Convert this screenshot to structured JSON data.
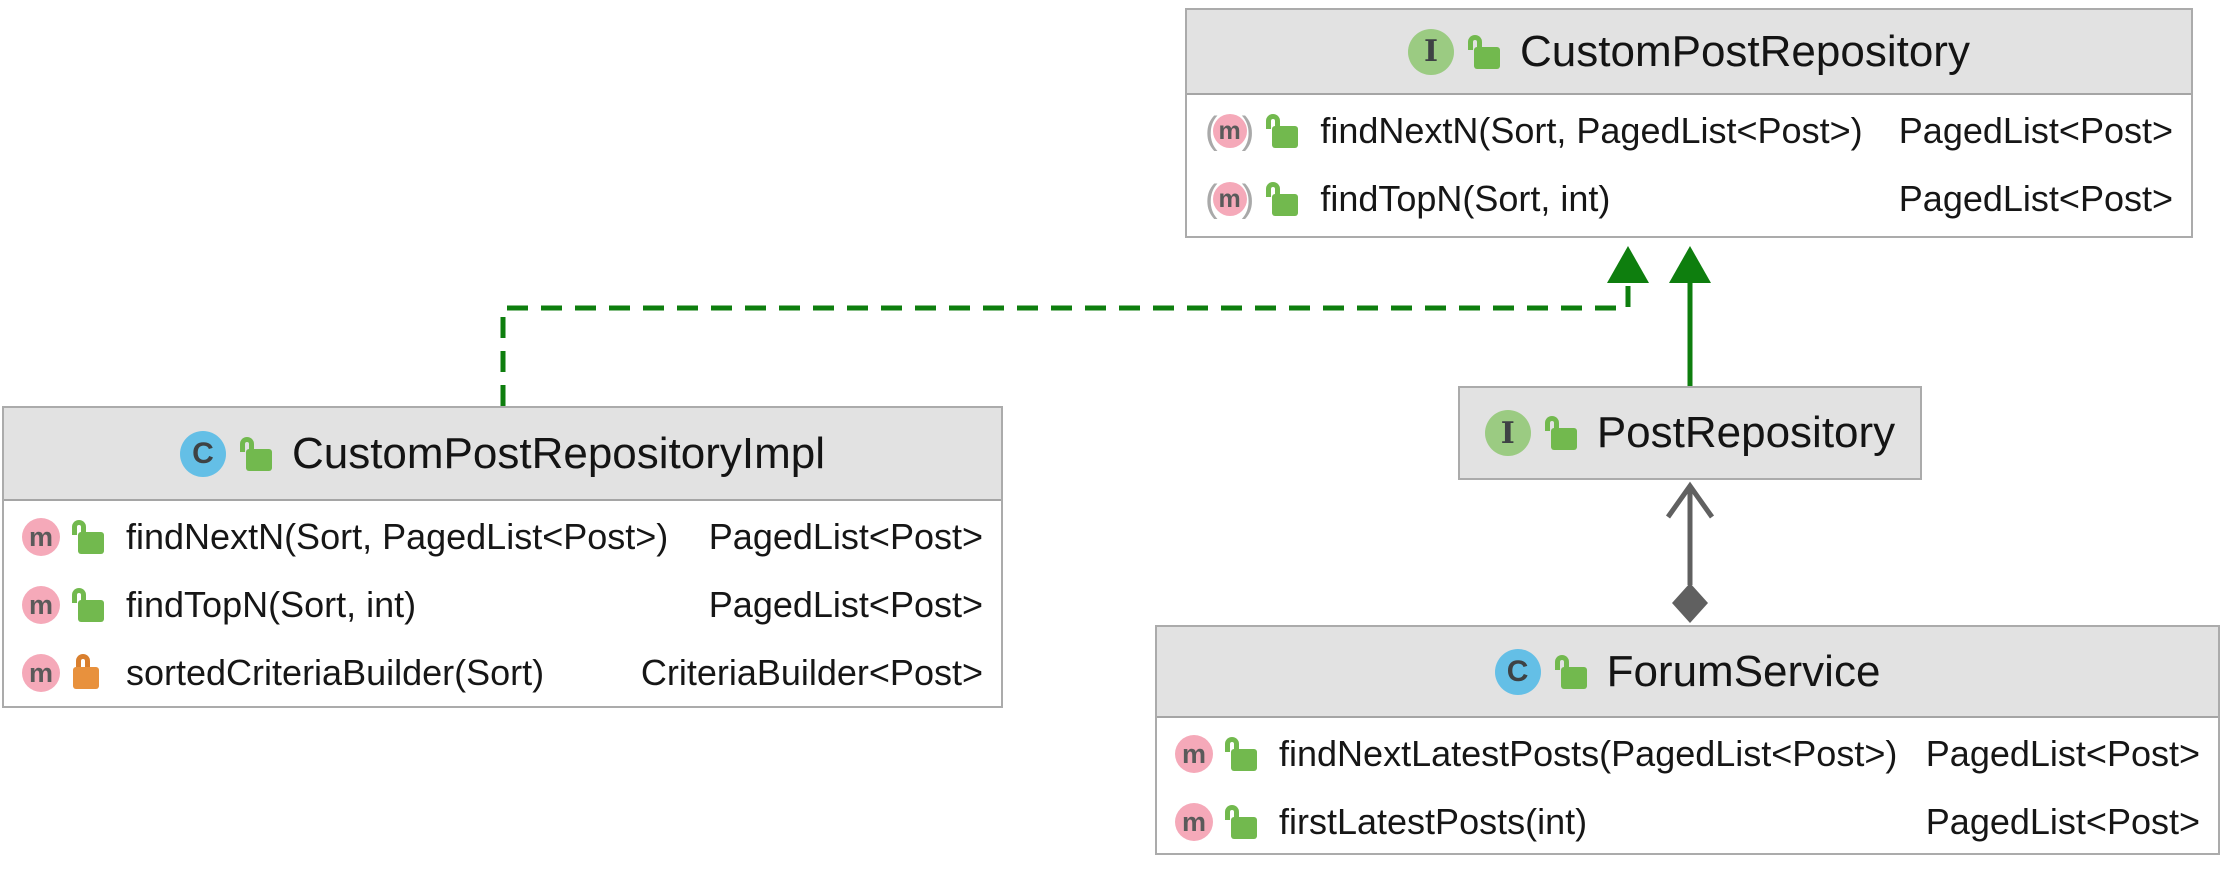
{
  "icons": {
    "interface_letter": "I",
    "class_letter": "C",
    "method_letter": "m",
    "abstract_paren_open": "(",
    "abstract_paren_close": ")"
  },
  "colors": {
    "inheritance_green": "#0e7e0e",
    "association_gray": "#606060",
    "header_fill": "#e2e2e2",
    "node_border": "#ababab",
    "interface_icon_green": "#9bcb82",
    "class_icon_blue": "#64bfe6",
    "method_icon_pink": "#f5a9b9",
    "lock_green": "#72b94e",
    "lock_orange": "#e8913d"
  },
  "diagram": {
    "classes": [
      {
        "name": "CustomPostRepository",
        "kind": "interface",
        "visibility": "public",
        "methods": [
          {
            "signature": "findNextN(Sort, PagedList<Post>)",
            "returns": "PagedList<Post>",
            "visibility": "public",
            "abstract": true
          },
          {
            "signature": "findTopN(Sort, int)",
            "returns": "PagedList<Post>",
            "visibility": "public",
            "abstract": true
          }
        ]
      },
      {
        "name": "CustomPostRepositoryImpl",
        "kind": "class",
        "visibility": "public",
        "methods": [
          {
            "signature": "findNextN(Sort, PagedList<Post>)",
            "returns": "PagedList<Post>",
            "visibility": "public",
            "abstract": false
          },
          {
            "signature": "findTopN(Sort, int)",
            "returns": "PagedList<Post>",
            "visibility": "public",
            "abstract": false
          },
          {
            "signature": "sortedCriteriaBuilder(Sort)",
            "returns": "CriteriaBuilder<Post>",
            "visibility": "private",
            "abstract": false
          }
        ]
      },
      {
        "name": "PostRepository",
        "kind": "interface",
        "visibility": "public",
        "methods": []
      },
      {
        "name": "ForumService",
        "kind": "class",
        "visibility": "public",
        "methods": [
          {
            "signature": "findNextLatestPosts(PagedList<Post>)",
            "returns": "PagedList<Post>",
            "visibility": "public",
            "abstract": false
          },
          {
            "signature": "firstLatestPosts(int)",
            "returns": "PagedList<Post>",
            "visibility": "public",
            "abstract": false
          }
        ]
      }
    ],
    "relations": [
      {
        "from": "CustomPostRepositoryImpl",
        "to": "CustomPostRepository",
        "type": "realization",
        "line": "dashed-green-hollowless-triangle"
      },
      {
        "from": "PostRepository",
        "to": "CustomPostRepository",
        "type": "generalization",
        "line": "solid-green-triangle"
      },
      {
        "from": "ForumService",
        "to": "PostRepository",
        "type": "aggregation",
        "line": "solid-gray-open-arrow-with-diamond"
      }
    ]
  }
}
